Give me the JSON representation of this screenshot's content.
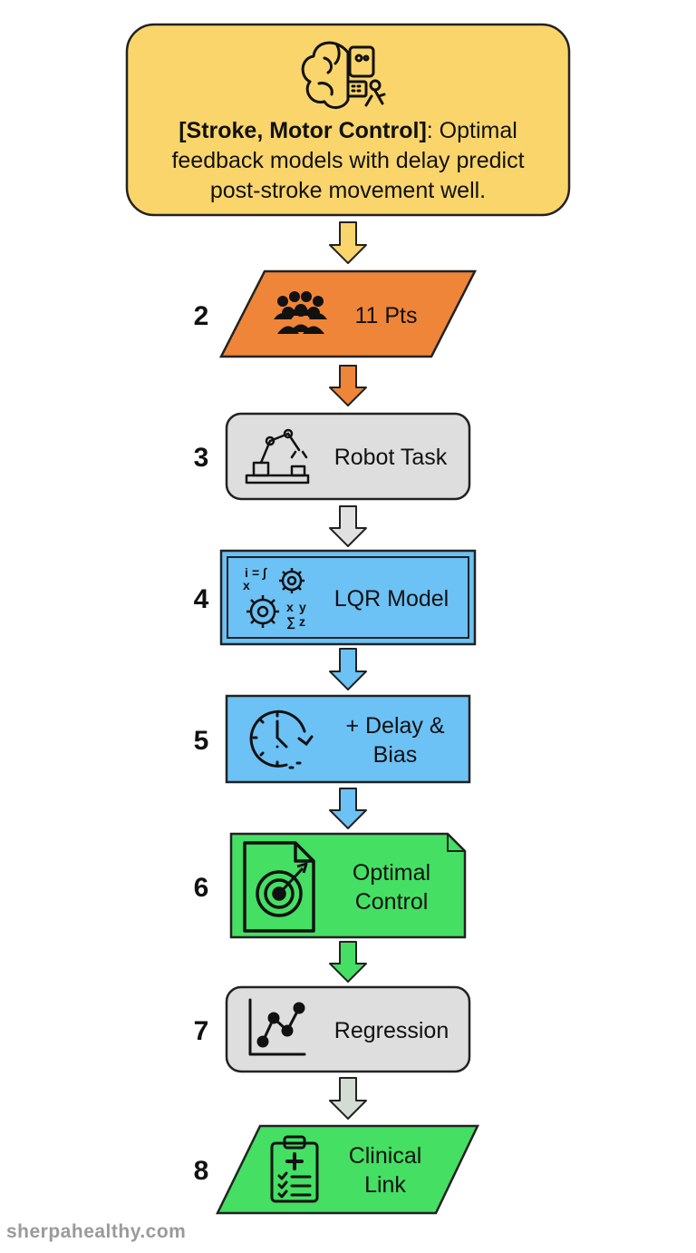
{
  "header": {
    "icon": "brain-robot-icon",
    "bold_text": "[Stroke, Motor Control]",
    "line1_rest": ": Optimal",
    "line2": "feedback models with delay predict",
    "line3": "post-stroke movement well."
  },
  "steps": [
    {
      "number": "2",
      "label_lines": [
        "11 Pts"
      ],
      "icon": "people-group-icon"
    },
    {
      "number": "3",
      "label_lines": [
        "Robot Task"
      ],
      "icon": "robot-arm-icon"
    },
    {
      "number": "4",
      "label_lines": [
        "LQR Model"
      ],
      "icon": "gears-math-icon"
    },
    {
      "number": "5",
      "label_lines": [
        "+ Delay &",
        "Bias"
      ],
      "icon": "clock-delay-icon"
    },
    {
      "number": "6",
      "label_lines": [
        "Optimal",
        "Control"
      ],
      "icon": "target-document-icon"
    },
    {
      "number": "7",
      "label_lines": [
        "Regression"
      ],
      "icon": "line-chart-icon"
    },
    {
      "number": "8",
      "label_lines": [
        "Clinical",
        "Link"
      ],
      "icon": "clipboard-medical-icon"
    }
  ],
  "colors": {
    "header": "#f9d56b",
    "people": "#ef8538",
    "gray": "#dedede",
    "blue": "#6cc1f5",
    "green": "#44df63",
    "arrow_yellow": "#f9d56b",
    "arrow_orange": "#ef8538",
    "arrow_gray": "#e0e0e0",
    "arrow_blue": "#6cc1f5",
    "arrow_green": "#44df63",
    "arrow_sage": "#d3dcd2"
  },
  "watermark": "sherpahealthy.com"
}
